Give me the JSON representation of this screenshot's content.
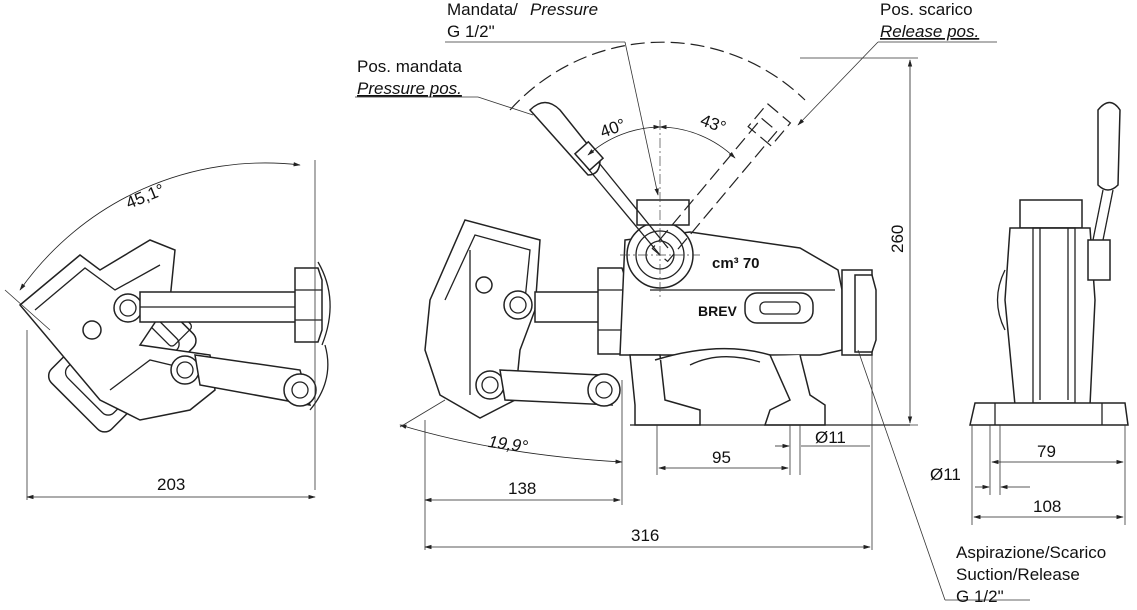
{
  "labels": {
    "pressure_it": "Mandata/",
    "pressure_en": "Pressure",
    "pressure_thread": "G 1/2\"",
    "release_it": "Pos. scarico",
    "release_en": "Release pos.",
    "press_pos_it": "Pos. mandata",
    "press_pos_en": "Pressure pos.",
    "suction_it": "Aspirazione/Scarico",
    "suction_en": "Suction/Release",
    "suction_thread": "G 1/2\"",
    "brand": "BREV",
    "displacement": "cm³ 70"
  },
  "dimensions": {
    "angle_left": "45,1°",
    "angle_pressure": "40°",
    "angle_release": "43°",
    "angle_bottom": "19,9°",
    "width_left": "203",
    "height": "260",
    "d138": "138",
    "d316": "316",
    "d95": "95",
    "hole_front": "Ø11",
    "d79": "79",
    "hole_side": "Ø11",
    "d108": "108"
  }
}
